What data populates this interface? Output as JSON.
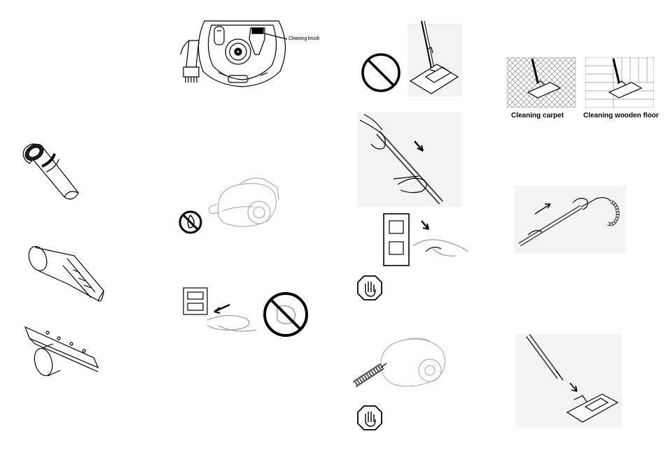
{
  "labels": {
    "cleaning_brush": "Cleaning brush",
    "cleaning_carpet": "Cleaning carpet",
    "cleaning_wooden_floor": "Cleaning wooden floor"
  },
  "icons": {
    "prohibited": "prohibited-icon",
    "no_fire": "no-fire-icon",
    "stop_hand": "stop-hand-icon"
  },
  "colors": {
    "line": "#000000",
    "light_line": "#b0b0b0",
    "background": "#ffffff"
  }
}
